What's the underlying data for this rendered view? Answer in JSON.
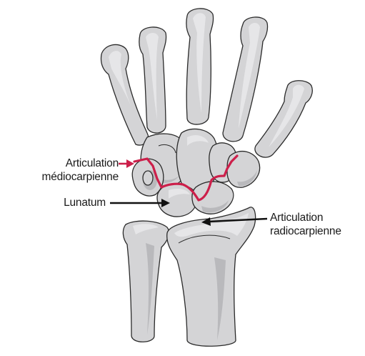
{
  "diagram": {
    "labels": {
      "midcarpal_joint": {
        "line1": "Articulation",
        "line2": "médiocarpienne"
      },
      "lunate": {
        "text": "Lunatum"
      },
      "radiocarpal_joint": {
        "line1": "Articulation",
        "line2": "radiocarpienne"
      }
    },
    "colors": {
      "joint_line": "#cc1f4a",
      "bone_fill": "#d4d4d6",
      "outline": "#2b2b2b",
      "pointer": "#111111"
    }
  }
}
